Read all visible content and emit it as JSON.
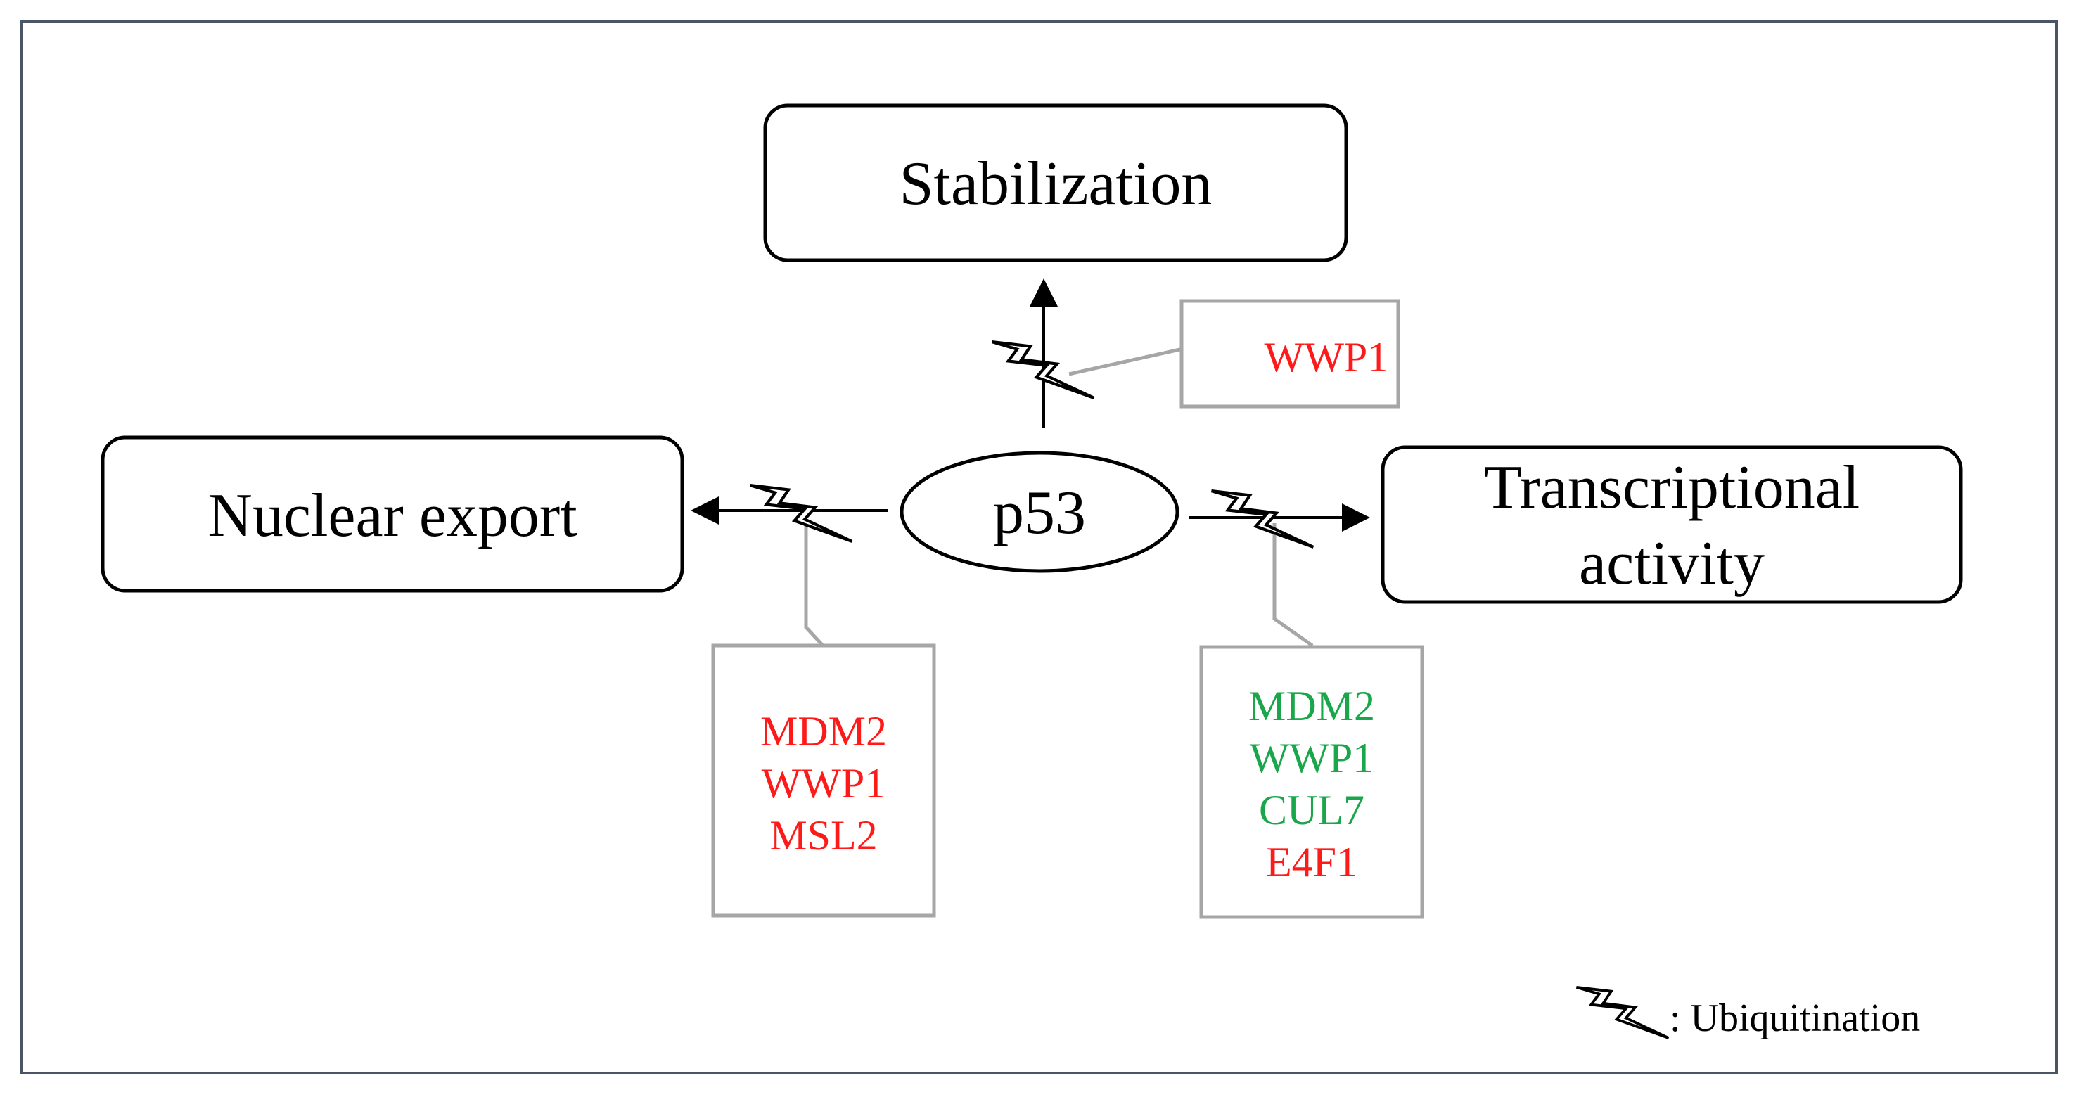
{
  "center": {
    "label": "p53"
  },
  "outcomes": {
    "stabilization": "Stabilization",
    "nuclear_export": "Nuclear export",
    "transcriptional_line1": "Transcriptional",
    "transcriptional_line2": "activity"
  },
  "regulators": {
    "stabilization": [
      {
        "name": "WWP1",
        "color": "#ff1a1a"
      }
    ],
    "nuclear_export": [
      {
        "name": "MDM2",
        "color": "#ff1a1a"
      },
      {
        "name": "WWP1",
        "color": "#ff1a1a"
      },
      {
        "name": "MSL2",
        "color": "#ff1a1a"
      }
    ],
    "transcriptional": [
      {
        "name": "MDM2",
        "color": "#1aa64a"
      },
      {
        "name": "WWP1",
        "color": "#1aa64a"
      },
      {
        "name": "CUL7",
        "color": "#1aa64a"
      },
      {
        "name": "E4F1",
        "color": "#ff1a1a"
      }
    ]
  },
  "legend": {
    "icon": "lightning-bolt-icon",
    "label": ":  Ubiquitination"
  }
}
